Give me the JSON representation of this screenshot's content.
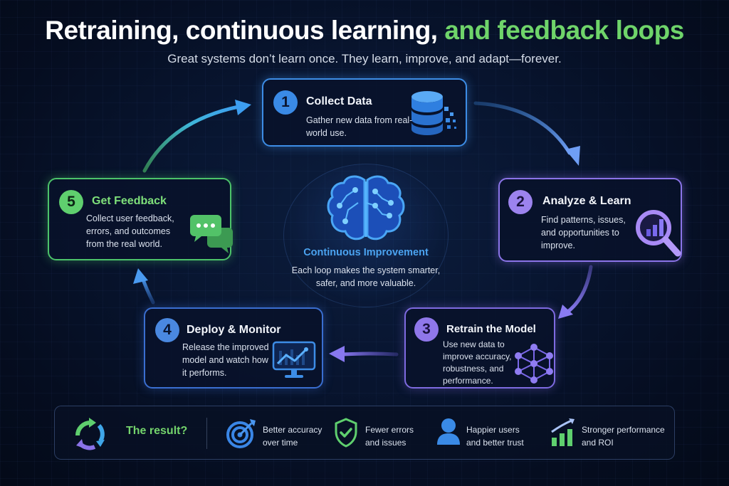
{
  "header": {
    "title_main": "Retraining, continuous learning,",
    "title_accent": "and feedback loops",
    "subtitle": "Great systems don’t learn once. They learn, improve, and adapt—forever."
  },
  "colors": {
    "background": "#061028",
    "accent_green": "#6fd46a",
    "blue": "#3d8de6",
    "purple": "#8b74e8",
    "center_title": "#4ba3f0"
  },
  "steps": [
    {
      "number": "1",
      "title": "Collect Data",
      "description": "Gather new data from real-world use.",
      "icon": "database-icon",
      "color": "#3d8de6"
    },
    {
      "number": "2",
      "title": "Analyze & Learn",
      "description": "Find patterns, issues, and opportunities to improve.",
      "icon": "magnifier-chart-icon",
      "color": "#8b74e8"
    },
    {
      "number": "3",
      "title": "Retrain the Model",
      "description": "Use new data to improve accuracy, robustness, and performance.",
      "icon": "neural-network-icon",
      "color": "#7e6ae0"
    },
    {
      "number": "4",
      "title": "Deploy & Monitor",
      "description": "Release the improved model and watch how it performs.",
      "icon": "monitor-chart-icon",
      "color": "#3a6ed0"
    },
    {
      "number": "5",
      "title": "Get Feedback",
      "description": "Collect user feedback, errors, and outcomes from the real world.",
      "icon": "chat-bubbles-icon",
      "color": "#4cc36a"
    }
  ],
  "center": {
    "icon": "brain-icon",
    "title": "Continuous Improvement",
    "description": "Each loop makes the system smarter, safer, and more valuable."
  },
  "flow": [
    {
      "from": "1",
      "to": "2"
    },
    {
      "from": "2",
      "to": "3"
    },
    {
      "from": "3",
      "to": "4"
    },
    {
      "from": "4",
      "to": "5"
    },
    {
      "from": "5",
      "to": "1"
    }
  ],
  "result": {
    "icon": "cycle-arrows-icon",
    "label": "The result?",
    "items": [
      {
        "icon": "target-icon",
        "line1": "Better accuracy",
        "line2": "over time"
      },
      {
        "icon": "shield-check-icon",
        "line1": "Fewer errors",
        "line2": "and issues"
      },
      {
        "icon": "user-icon",
        "line1": "Happier users",
        "line2": "and better trust"
      },
      {
        "icon": "growth-chart-icon",
        "line1": "Stronger performance",
        "line2": "and ROI"
      }
    ]
  }
}
